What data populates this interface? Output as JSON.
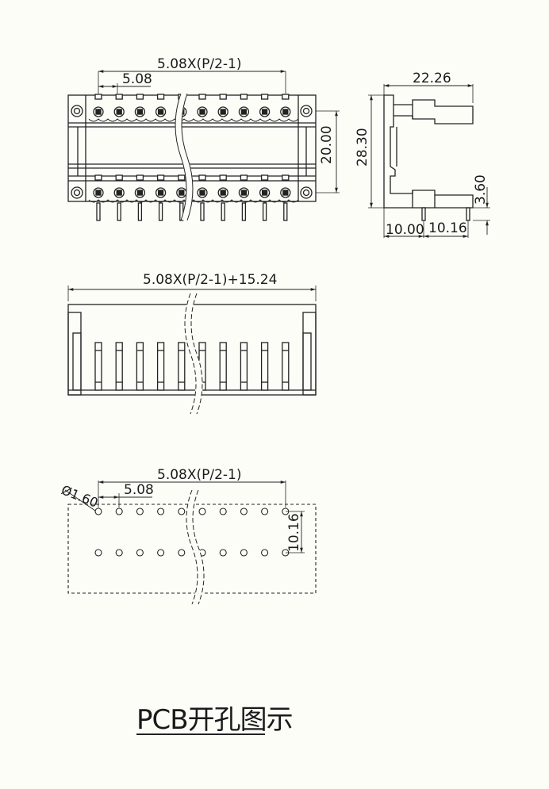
{
  "dimensions": {
    "top_pitch_total": "5.08X(P/2-1)",
    "top_pitch": "5.08",
    "side_width": "22.26",
    "side_height": "28.30",
    "row_spacing": "20.00",
    "pin_length": "3.60",
    "side_offset": "10.00",
    "side_pitch": "10.16",
    "front_total": "5.08X(P/2-1)+15.24",
    "pcb_pitch_total": "5.08X(P/2-1)",
    "pcb_pitch": "5.08",
    "hole_diameter": "Ø1.60",
    "pcb_row_spacing": "10.16"
  },
  "caption": "PCB开孔图示"
}
